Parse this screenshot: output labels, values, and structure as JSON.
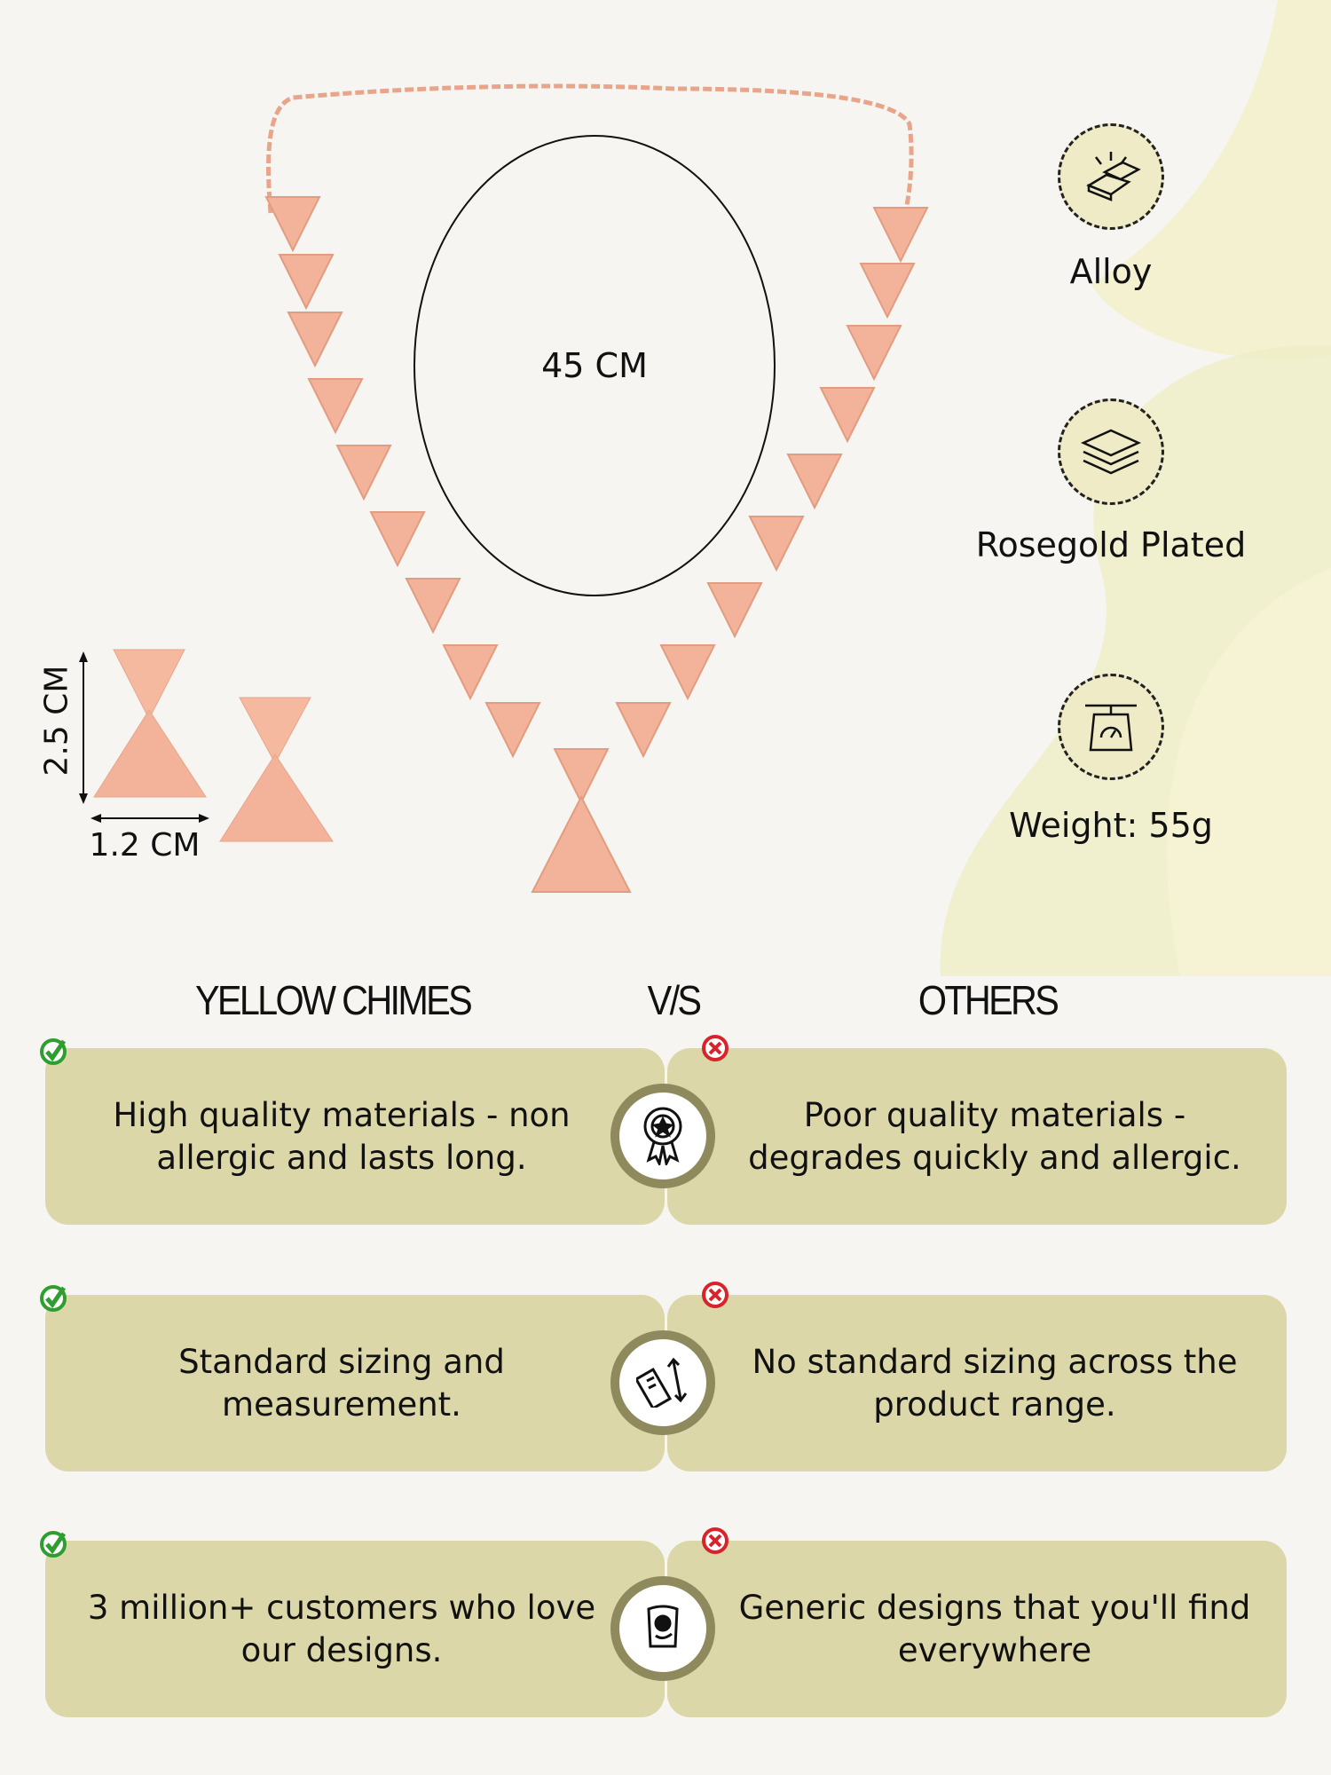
{
  "product": {
    "necklace_length": "45 CM",
    "earring_height": "2.5 CM",
    "earring_width": "1.2 CM"
  },
  "features": [
    {
      "icon": "gold-bars-icon",
      "label": "Alloy"
    },
    {
      "icon": "layers-icon",
      "label": "Rosegold Plated"
    },
    {
      "icon": "weighing-scale-icon",
      "label": "Weight: 55g"
    }
  ],
  "comparison": {
    "brand_header": "YELLOW CHIMES",
    "vs_header": "V/S",
    "others_header": "OTHERS",
    "rows": [
      {
        "ours": "High quality materials - non allergic and lasts long.",
        "icon": "quality-badge-icon",
        "theirs": "Poor quality materials - degrades quickly and allergic."
      },
      {
        "ours": "Standard sizing and measurement.",
        "icon": "ruler-icon",
        "theirs": "No standard sizing across the product range."
      },
      {
        "ours": "3 million+ customers who love our designs.",
        "icon": "customer-jewelry-icon",
        "theirs": "Generic designs that you'll find everywhere"
      }
    ]
  },
  "colors": {
    "box": "#dcd7a8",
    "ring": "#8f8a5e",
    "check": "#2e9e2e",
    "cross": "#d9232a",
    "rosegold": "#f2b39a"
  }
}
